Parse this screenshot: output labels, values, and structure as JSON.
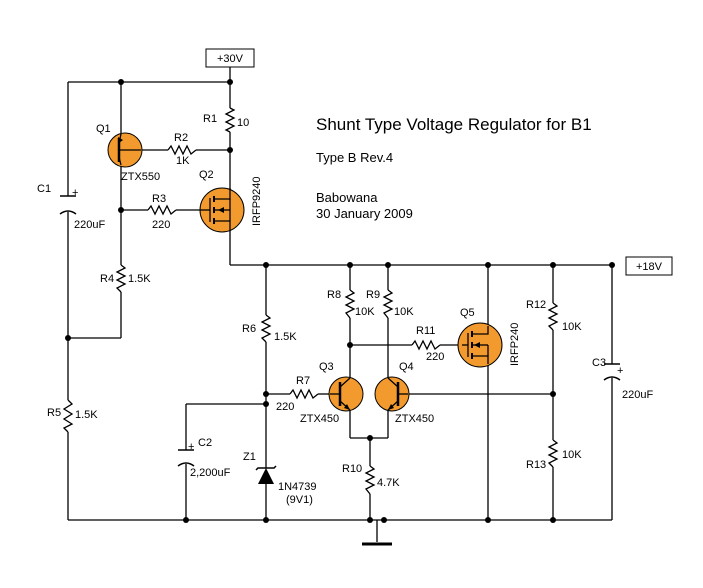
{
  "title": "Shunt Type Voltage Regulator for B1",
  "revision": "Type B Rev.4",
  "author": "Babowana",
  "date": "30 January 2009",
  "rails": {
    "v30": "+30V",
    "v18": "+18V"
  },
  "components": {
    "q1": {
      "ref": "Q1",
      "part": "ZTX550"
    },
    "q2": {
      "ref": "Q2",
      "part": "IRFP9240"
    },
    "q3": {
      "ref": "Q3",
      "part": "ZTX450"
    },
    "q4": {
      "ref": "Q4",
      "part": "ZTX450"
    },
    "q5": {
      "ref": "Q5",
      "part": "IRFP240"
    },
    "r1": {
      "ref": "R1",
      "value": "10"
    },
    "r2": {
      "ref": "R2",
      "value": "1K"
    },
    "r3": {
      "ref": "R3",
      "value": "220"
    },
    "r4": {
      "ref": "R4",
      "value": "1.5K"
    },
    "r5": {
      "ref": "R5",
      "value": "1.5K"
    },
    "r6": {
      "ref": "R6",
      "value": "1.5K"
    },
    "r7": {
      "ref": "R7",
      "value": "220"
    },
    "r8": {
      "ref": "R8",
      "value": "10K"
    },
    "r9": {
      "ref": "R9",
      "value": "10K"
    },
    "r10": {
      "ref": "R10",
      "value": "4.7K"
    },
    "r11": {
      "ref": "R11",
      "value": "220"
    },
    "r12": {
      "ref": "R12",
      "value": "10K"
    },
    "r13": {
      "ref": "R13",
      "value": "10K"
    },
    "c1": {
      "ref": "C1",
      "value": "220uF"
    },
    "c2": {
      "ref": "C2",
      "value": "2,200uF"
    },
    "c3": {
      "ref": "C3",
      "value": "220uF"
    },
    "z1": {
      "ref": "Z1",
      "part": "1N4739",
      "voltage": "(9V1)"
    }
  },
  "colors": {
    "transistor_fill": "#f39a2e",
    "wire": "#000000"
  }
}
